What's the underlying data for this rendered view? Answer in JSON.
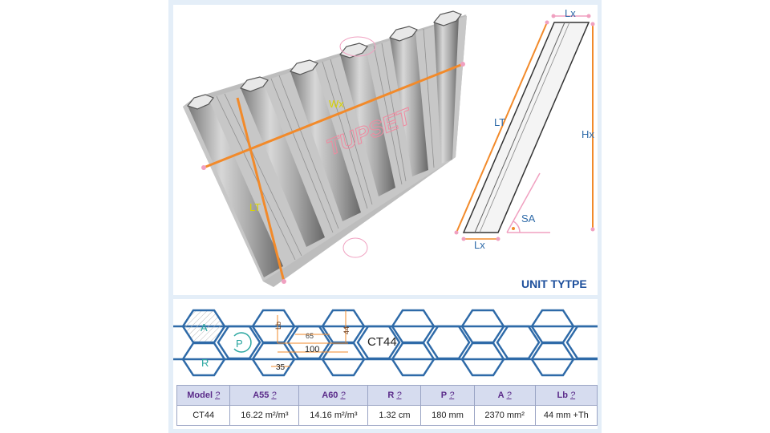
{
  "diagram": {
    "dim_wx": "Wx",
    "dim_lt_3d": "LT",
    "watermark": "TUPSET",
    "dim_lx_top": "Lx",
    "dim_lx_bottom": "Lx",
    "dim_lt_unit": "LT",
    "dim_hx": "Hx",
    "dim_sa": "SA",
    "unit_type_title": "UNIT TYTPE"
  },
  "pattern": {
    "label_a": "A",
    "label_r": "R",
    "label_p": "P",
    "dim_lb": "Lb",
    "dim_65": "65",
    "dim_44": "44",
    "dim_100": "100",
    "dim_35": "35",
    "model_tag": "CT44"
  },
  "table": {
    "headers": [
      {
        "label": "Model",
        "help": "?"
      },
      {
        "label": "A55",
        "help": "?"
      },
      {
        "label": "A60",
        "help": "?"
      },
      {
        "label": "R",
        "help": "?"
      },
      {
        "label": "P",
        "help": "?"
      },
      {
        "label": "A",
        "help": "?"
      },
      {
        "label": "Lb",
        "help": "?"
      }
    ],
    "row": [
      "CT44",
      "16.22 m²/m³",
      "14.16 m²/m³",
      "1.32 cm",
      "180 mm",
      "2370 mm²",
      "44 mm +Th"
    ]
  },
  "colors": {
    "accent_orange": "#f28a2a",
    "hex_blue": "#2e6aa8",
    "marker_pink": "#f0a0c0",
    "title_blue": "#1d4f9c"
  }
}
